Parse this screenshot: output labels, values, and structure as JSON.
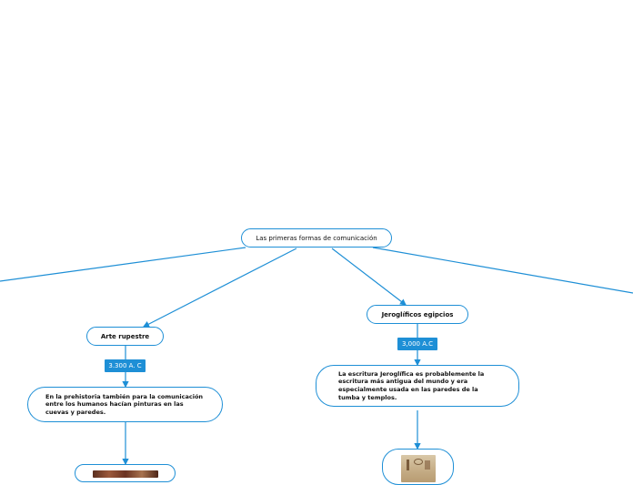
{
  "root": {
    "label": "Las primeras formas de comunicación"
  },
  "left_branch": {
    "title": "Arte rupestre",
    "date": "3.300 A. C",
    "description": "En la prehistoria también para la comunicación entre los humanos hacían pinturas en las cuevas y paredes."
  },
  "right_branch": {
    "title": "Jeroglíficos egipcios",
    "date": "3,000 A.C",
    "description": "La escritura Jeroglífica es probablemente la escritura más antigua del mundo y era especialmente usada en las paredes de la tumba y templos."
  },
  "colors": {
    "accent": "#1e8fd6"
  }
}
